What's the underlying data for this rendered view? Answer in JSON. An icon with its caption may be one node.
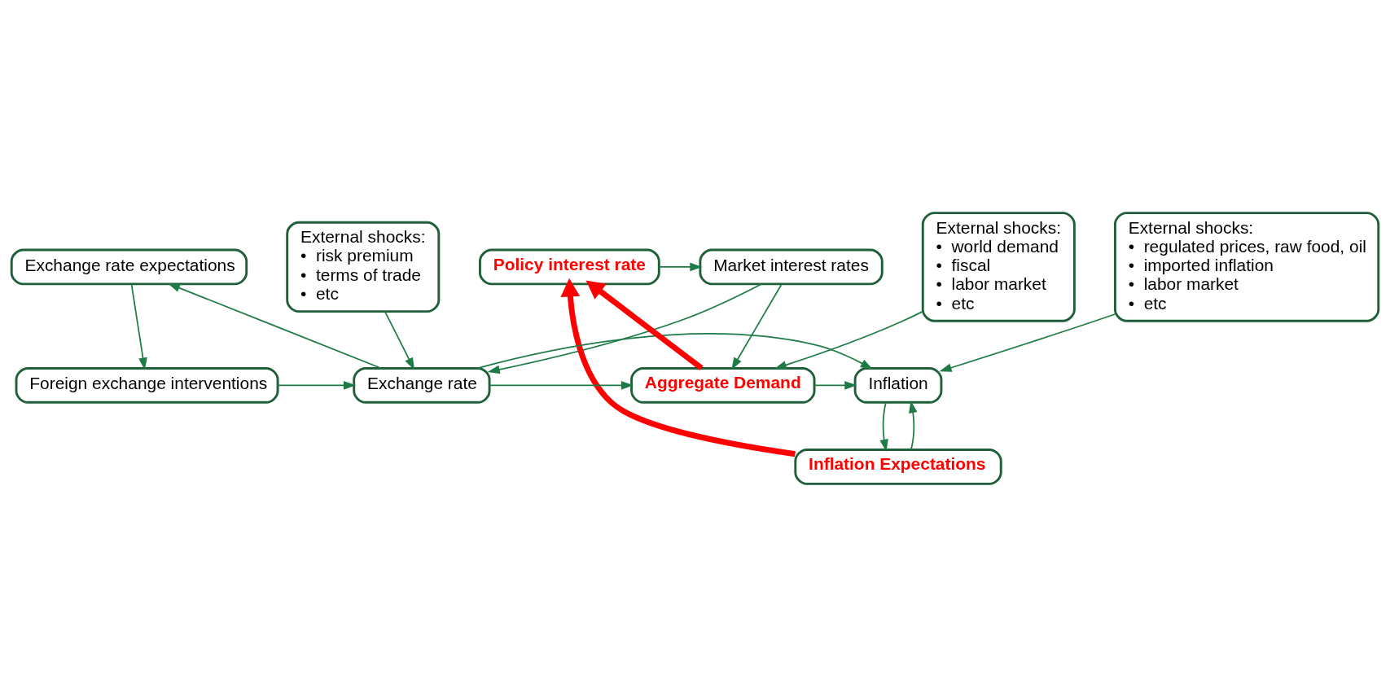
{
  "diagram": {
    "nodes": [
      {
        "text": [
          "Exchange rate expectations"
        ]
      },
      {
        "text": [
          "Market interest rates"
        ]
      },
      {
        "text": [
          "Policy interest rate"
        ]
      },
      {
        "text": [
          "Inflation Expectations"
        ]
      },
      {
        "text": [
          "Exchange rate"
        ]
      },
      {
        "text": [
          "Aggregate Demand"
        ]
      },
      {
        "text": [
          "Inflation"
        ]
      },
      {
        "text": [
          "Foreign exchange interventions"
        ]
      },
      {
        "text": [
          "External shocks:",
          "•  risk premium",
          "•  terms of trade",
          "•  etc"
        ]
      },
      {
        "text": [
          "External shocks:",
          "•  world demand",
          "•  fiscal",
          "•  labor market",
          "•  etc"
        ]
      },
      {
        "text": [
          "External shocks:",
          "•  regulated prices, raw food, oil",
          "•  imported inflation",
          "•  labor market",
          "•  etc"
        ]
      }
    ],
    "edges": [
      {
        "from": 2,
        "to": 1,
        "arrow": "to"
      },
      {
        "from": 1,
        "to": 4,
        "arrow": "to"
      },
      {
        "from": 1,
        "to": 5,
        "arrow": "to"
      },
      {
        "from": 4,
        "to": 0,
        "arrow": "to"
      },
      {
        "from": 0,
        "to": 7,
        "arrow": "to"
      },
      {
        "from": 7,
        "to": 4,
        "arrow": "to"
      },
      {
        "from": 4,
        "to": 5,
        "arrow": "to"
      },
      {
        "from": 5,
        "to": 6,
        "arrow": "to"
      },
      {
        "from": 5,
        "to": 2,
        "arrow": "to",
        "style": "thick",
        "color": "#ff0000"
      },
      {
        "from": 3,
        "to": 2,
        "arrow": "to",
        "style": "thick",
        "color": "#ff0000"
      },
      {
        "from": 3,
        "to": 6,
        "arrow": "to"
      },
      {
        "from": 6,
        "to": 3,
        "arrow": "to"
      },
      {
        "from": 4,
        "to": 6,
        "arrow": "to"
      },
      {
        "from": 8,
        "to": 4,
        "arrow": "to"
      },
      {
        "from": 9,
        "to": 5,
        "arrow": "to"
      },
      {
        "from": 10,
        "to": 6,
        "arrow": "to"
      }
    ]
  }
}
